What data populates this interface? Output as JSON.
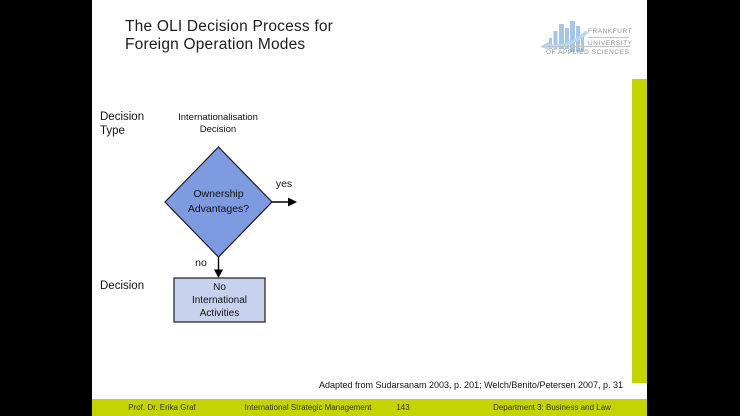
{
  "slide": {
    "title": {
      "line1": "The OLI Decision Process for",
      "line2": "Foreign Operation Modes"
    }
  },
  "logo": {
    "icon": "skyline-bars-arrow-icon",
    "line1": "FRANKFURT",
    "line2": "UNIVERSITY",
    "line3": "OF APPLIED SCIENCES"
  },
  "diagram": {
    "row_labels": {
      "top_line1": "Decision",
      "top_line2": "Type",
      "bottom": "Decision"
    },
    "node_caption": {
      "line1": "Internationalisation",
      "line2": "Decision"
    },
    "diamond": {
      "line1": "Ownership",
      "line2": "Advantages?"
    },
    "yes_label": "yes",
    "no_label": "no",
    "box": {
      "line1": "No",
      "line2": "International",
      "line3": "Activities"
    }
  },
  "source_note": "Adapted from Sudarsanam 2003, p. 201; Welch/Benito/Petersen 2007, p. 31",
  "footer": {
    "author": "Prof. Dr. Erika Graf",
    "course": "International Strategic Management",
    "page": "143",
    "department": "Department 3: Business and Law"
  },
  "colors": {
    "accent": "#c3d400",
    "diamond_fill": "#7e9ae0",
    "box_fill": "#c8d2ee",
    "logo_blue": "#a5c6e4",
    "logo_text_gray": "#8e8e8e"
  }
}
